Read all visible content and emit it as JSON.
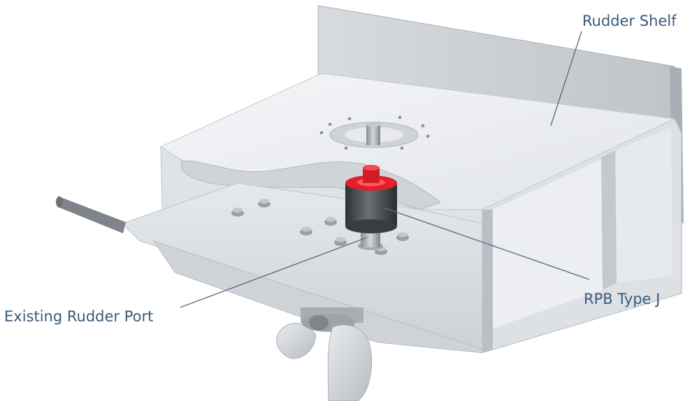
{
  "labels": {
    "rudder_shelf": "Rudder Shelf",
    "rpb_type_j": "RPB Type J",
    "existing_rudder_port": "Existing Rudder Port"
  },
  "colors": {
    "callout_text": "#3a5a78",
    "leader_line": "#5a6f84",
    "bearing_red": "#e0202a",
    "bearing_dark": "#4a4c50",
    "hull_light": "#eef0f2",
    "hull_shadow": "#c9cdd2"
  }
}
